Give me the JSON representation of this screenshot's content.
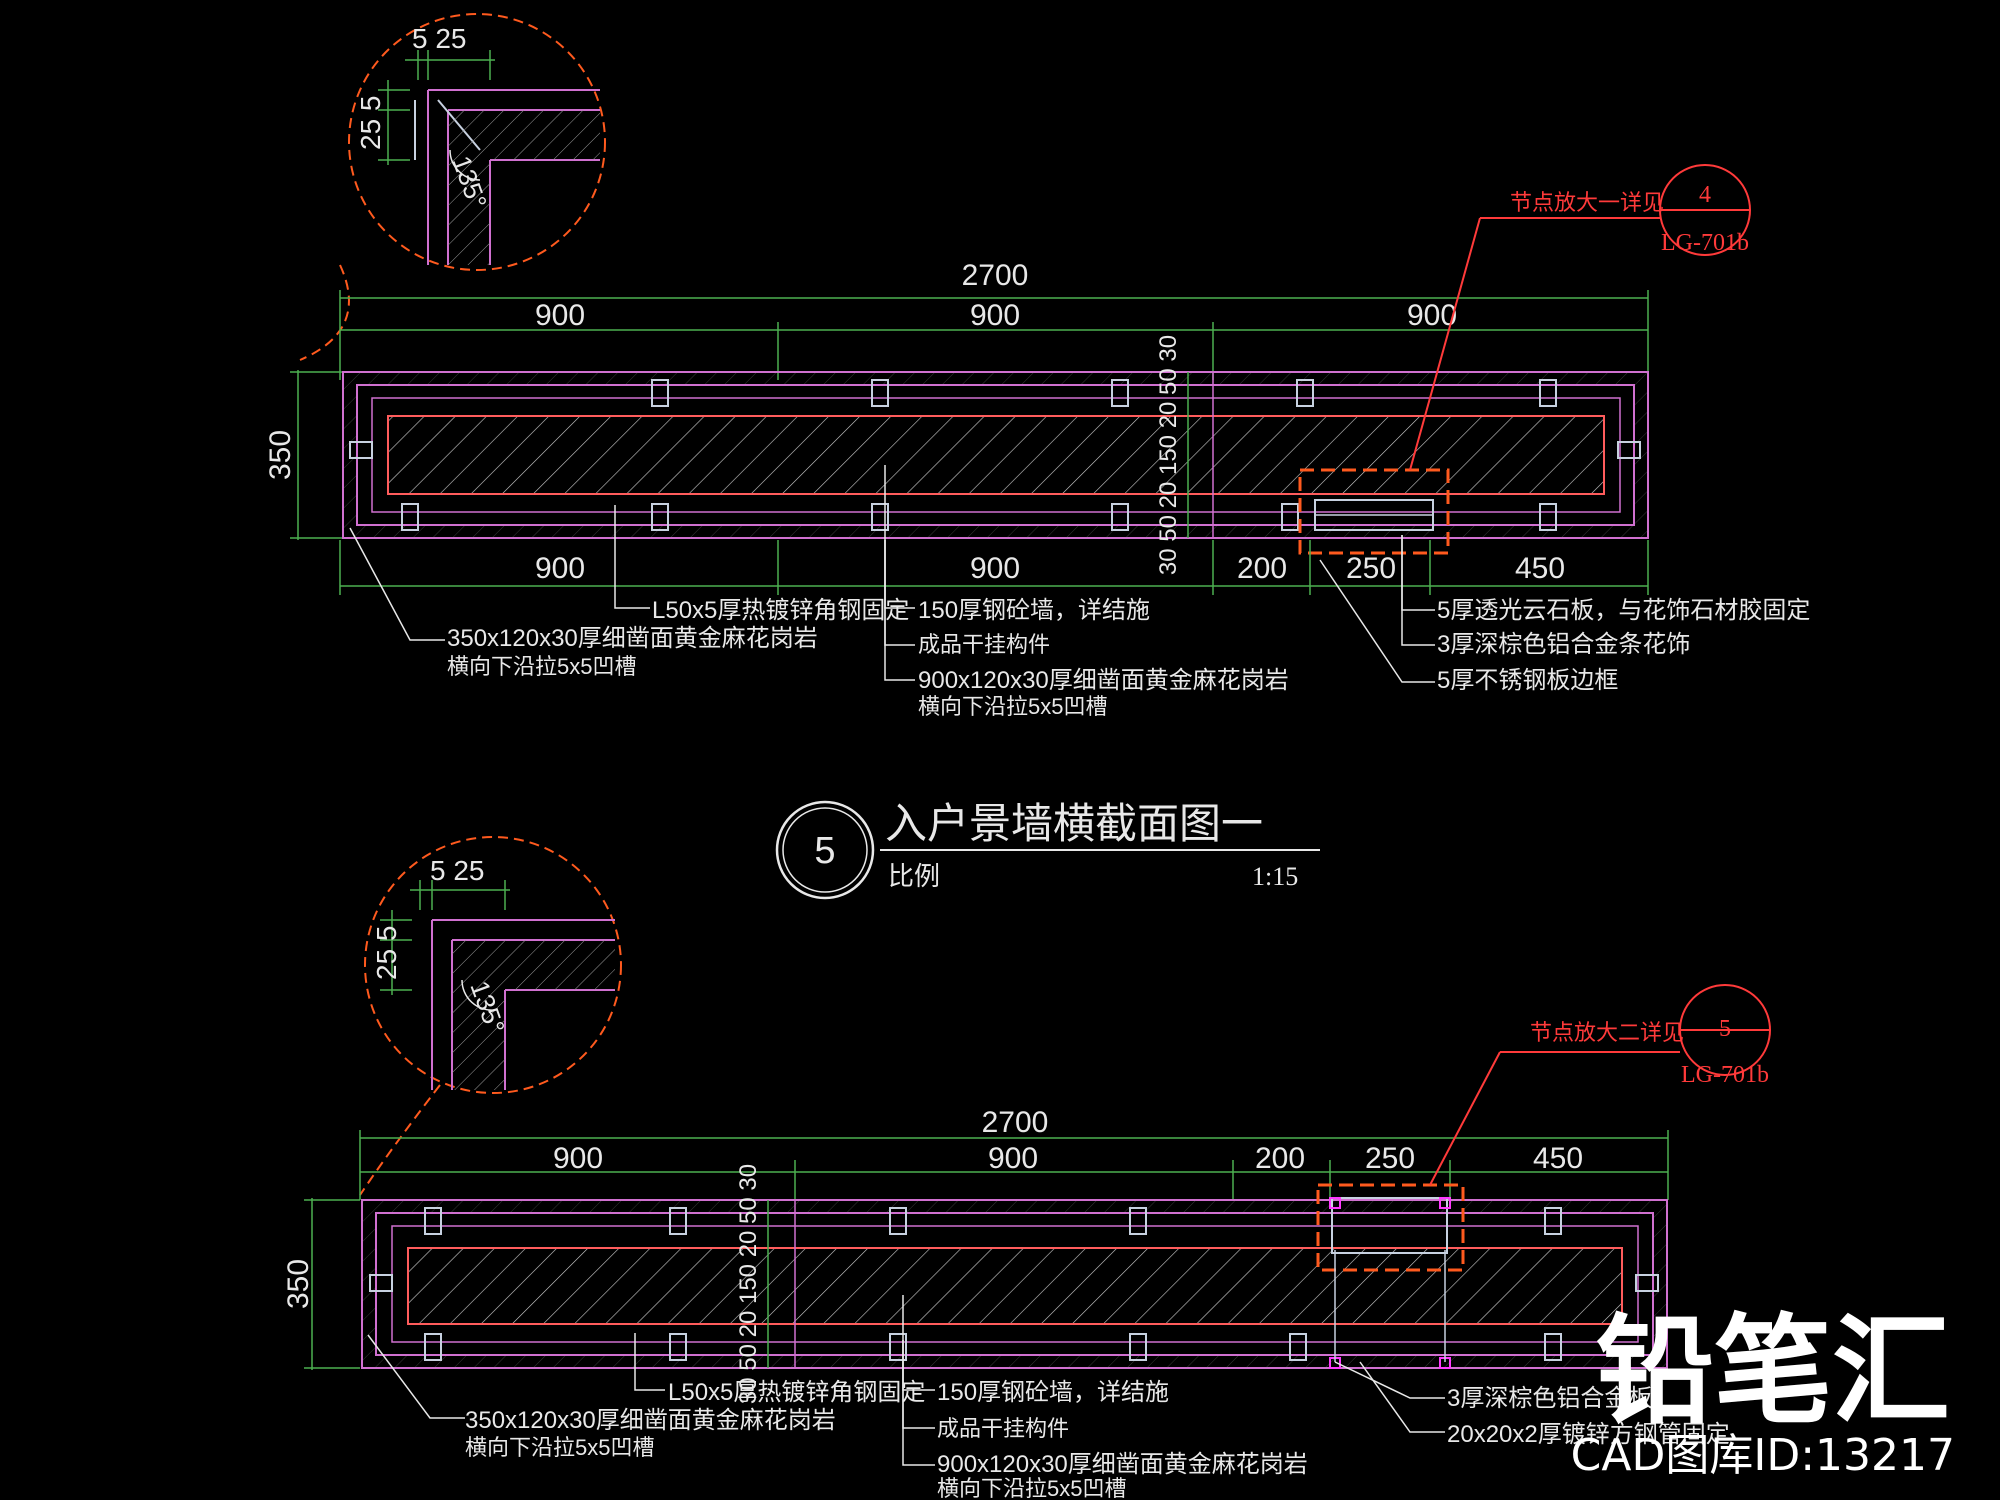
{
  "colors": {
    "background": "#000000",
    "dimension": "#4caf50",
    "leader": "#e8e8e8",
    "wall_outline": "#d070d0",
    "inner_box": "#ff5c5c",
    "highlight": "#ff5a1e",
    "callout": "#ff3a3a",
    "bracket": "#c7d1e0"
  },
  "brand": {
    "name": "铅笔汇",
    "library_id": "CAD图库ID:13217"
  },
  "title_block": {
    "number": "5",
    "title": "入户景墙横截面图一",
    "scale_label": "比例",
    "scale_value": "1:15"
  },
  "section1": {
    "overall_dim": "2700",
    "top_dims": [
      "900",
      "900",
      "900"
    ],
    "bottom_dims": [
      "900",
      "900",
      "200",
      "250",
      "450"
    ],
    "height_dim": "350",
    "vertical_dims": "30 50 20 150 20 50 30",
    "detail_circle": {
      "dim_top": "5 25",
      "dim_side": "25 5",
      "angle": "135°"
    },
    "callout": {
      "text": "节点放大一详见",
      "number": "4",
      "sheet": "LG-701b"
    },
    "labels_left": [
      "L50x5厚热镀锌角钢固定",
      "350x120x30厚细凿面黄金麻花岗岩",
      "横向下沿拉5x5凹槽"
    ],
    "labels_center": [
      "150厚钢砼墙，详结施",
      "成品干挂构件",
      "900x120x30厚细凿面黄金麻花岗岩",
      "横向下沿拉5x5凹槽"
    ],
    "labels_right": [
      "5厚透光云石板，与花饰石材胶固定",
      "3厚深棕色铝合金条花饰",
      "5厚不锈钢板边框"
    ]
  },
  "section2": {
    "overall_dim": "2700",
    "top_dims": [
      "900",
      "900",
      "200",
      "250",
      "450"
    ],
    "height_dim": "350",
    "vertical_dims": "30 50 20 150 20 50 30",
    "detail_circle": {
      "dim_top": "5 25",
      "dim_side": "25 5",
      "angle": "135°"
    },
    "callout": {
      "text": "节点放大二详见",
      "number": "5",
      "sheet": "LG-701b"
    },
    "labels_left": [
      "L50x5厚热镀锌角钢固定",
      "350x120x30厚细凿面黄金麻花岗岩",
      "横向下沿拉5x5凹槽"
    ],
    "labels_center": [
      "150厚钢砼墙，详结施",
      "成品干挂构件",
      "900x120x30厚细凿面黄金麻花岗岩",
      "横向下沿拉5x5凹槽"
    ],
    "labels_right": [
      "3厚深棕色铝合金板",
      "20x20x2厚镀锌方钢管固定"
    ]
  }
}
